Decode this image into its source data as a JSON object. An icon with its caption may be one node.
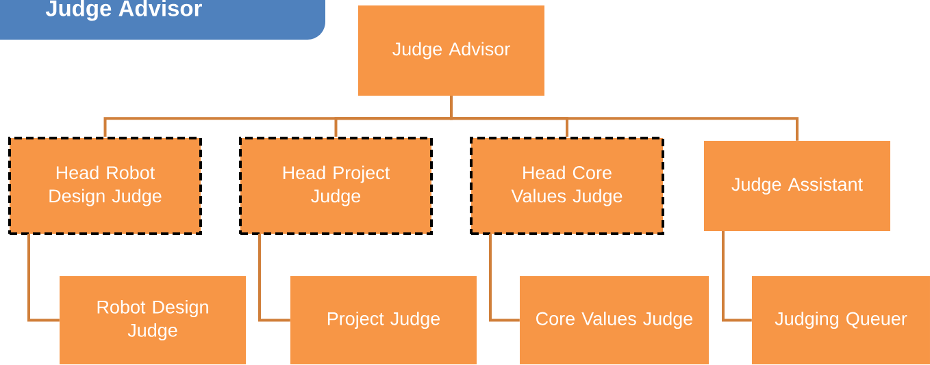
{
  "diagram": {
    "title": "Judge Advisor",
    "nodes": [
      {
        "text": [
          "Judge Advisor"
        ]
      },
      {
        "text": [
          "Head Robot Design Judge"
        ]
      },
      {
        "text": [
          "Head Project Judge"
        ]
      },
      {
        "text": [
          "Head Core Values Judge"
        ]
      },
      {
        "text": [
          "Judge Assistant"
        ]
      },
      {
        "text": [
          "Robot Design Judge"
        ]
      },
      {
        "text": [
          "Project Judge"
        ]
      },
      {
        "text": [
          "Core Values Judge"
        ]
      },
      {
        "text": [
          "Judging Queuer"
        ]
      }
    ],
    "edges": [
      {
        "from": 0,
        "to": 1,
        "arrow": "none"
      },
      {
        "from": 0,
        "to": 2,
        "arrow": "none"
      },
      {
        "from": 0,
        "to": 3,
        "arrow": "none"
      },
      {
        "from": 0,
        "to": 4,
        "arrow": "none"
      },
      {
        "from": 1,
        "to": 5,
        "arrow": "none"
      },
      {
        "from": 2,
        "to": 6,
        "arrow": "none"
      },
      {
        "from": 3,
        "to": 7,
        "arrow": "none"
      },
      {
        "from": 4,
        "to": 8,
        "arrow": "none"
      }
    ]
  }
}
